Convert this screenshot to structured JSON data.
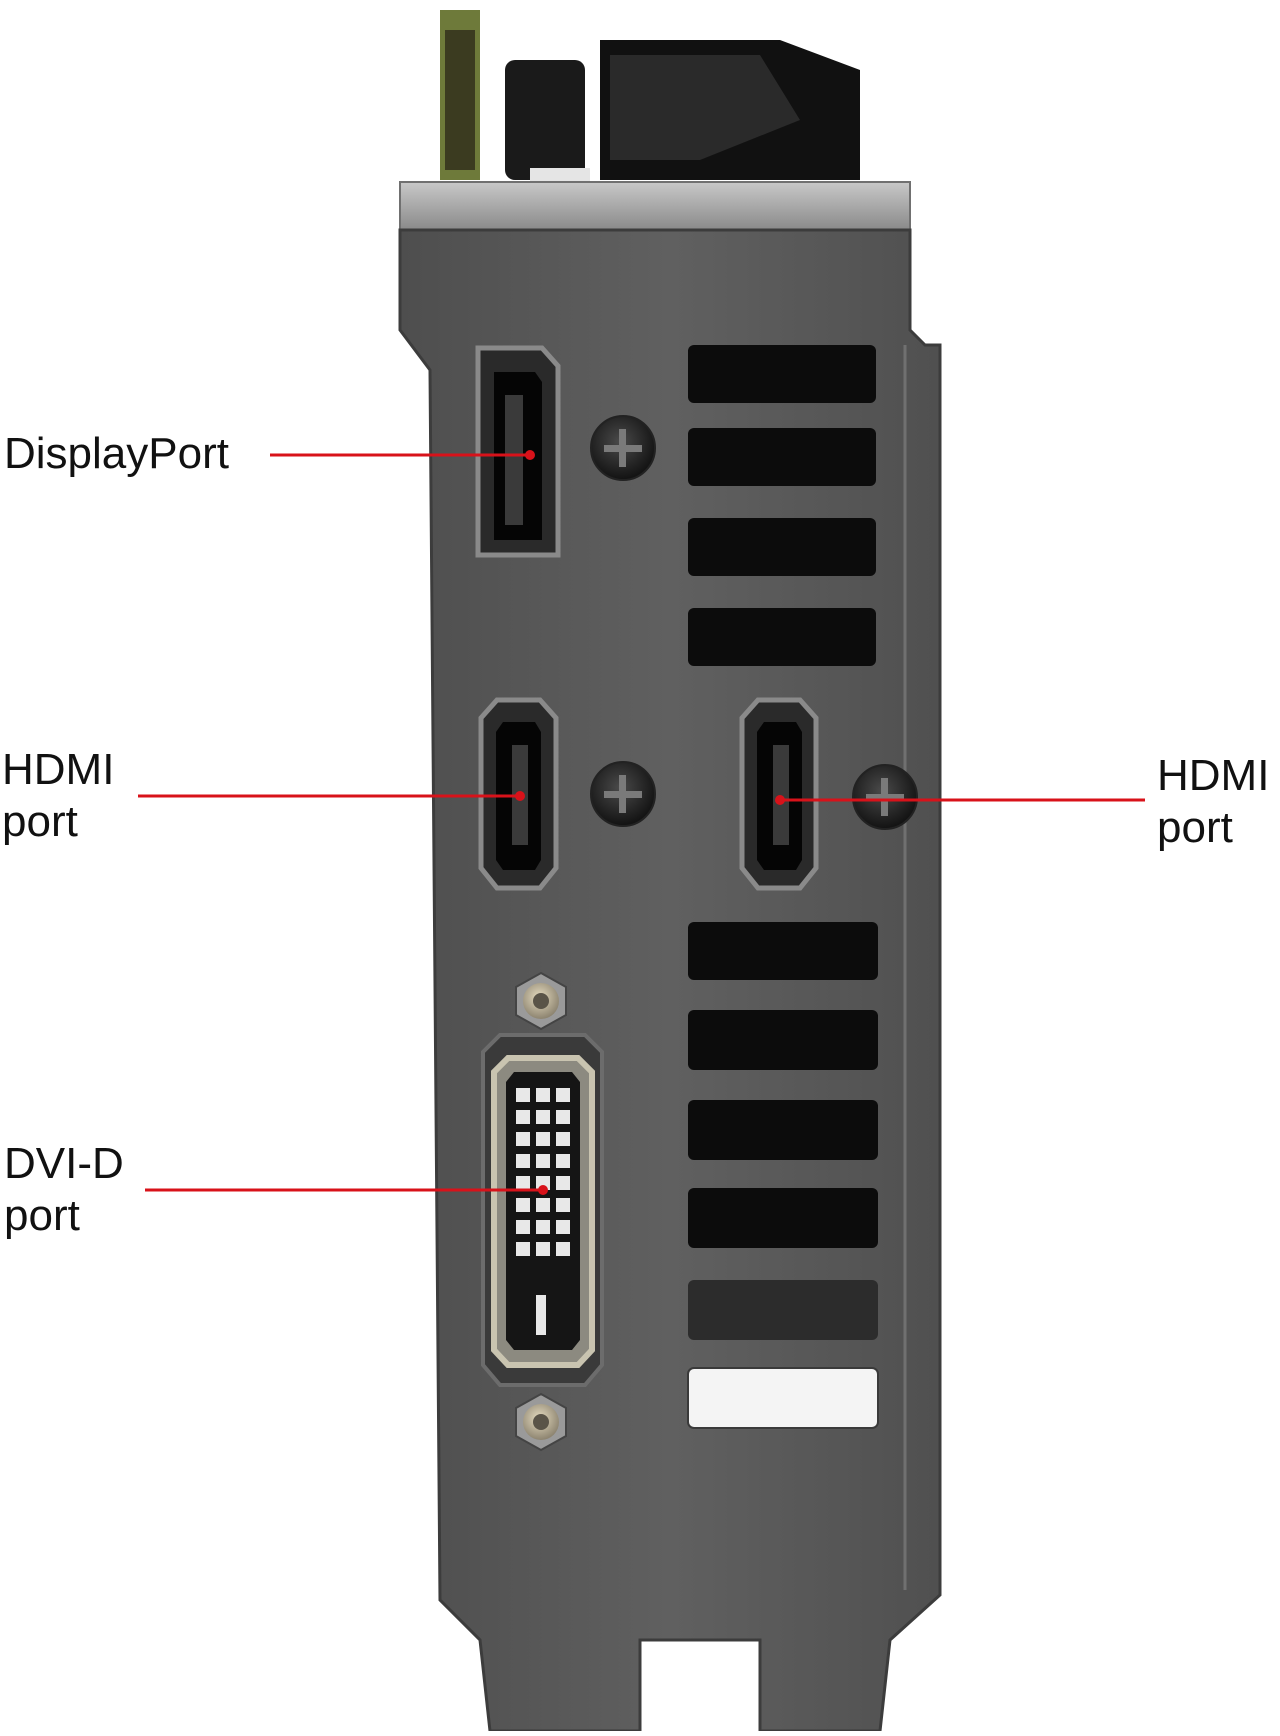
{
  "callouts": {
    "displayport": {
      "line1": "DisplayPort"
    },
    "hdmi_left": {
      "line1": "HDMI",
      "line2": "port"
    },
    "hdmi_right": {
      "line1": "HDMI",
      "line2": "port"
    },
    "dvid": {
      "line1": "DVI-D",
      "line2": "port"
    }
  },
  "colors": {
    "callout_line": "#d8121a",
    "bracket": "#5a5a5a",
    "bracket_edge": "#3c3c3c",
    "slot": "#0c0c0c",
    "background": "#ffffff"
  },
  "icons": [
    "bracket",
    "screw-icon",
    "displayport-connector",
    "hdmi-connector",
    "dvi-connector"
  ]
}
